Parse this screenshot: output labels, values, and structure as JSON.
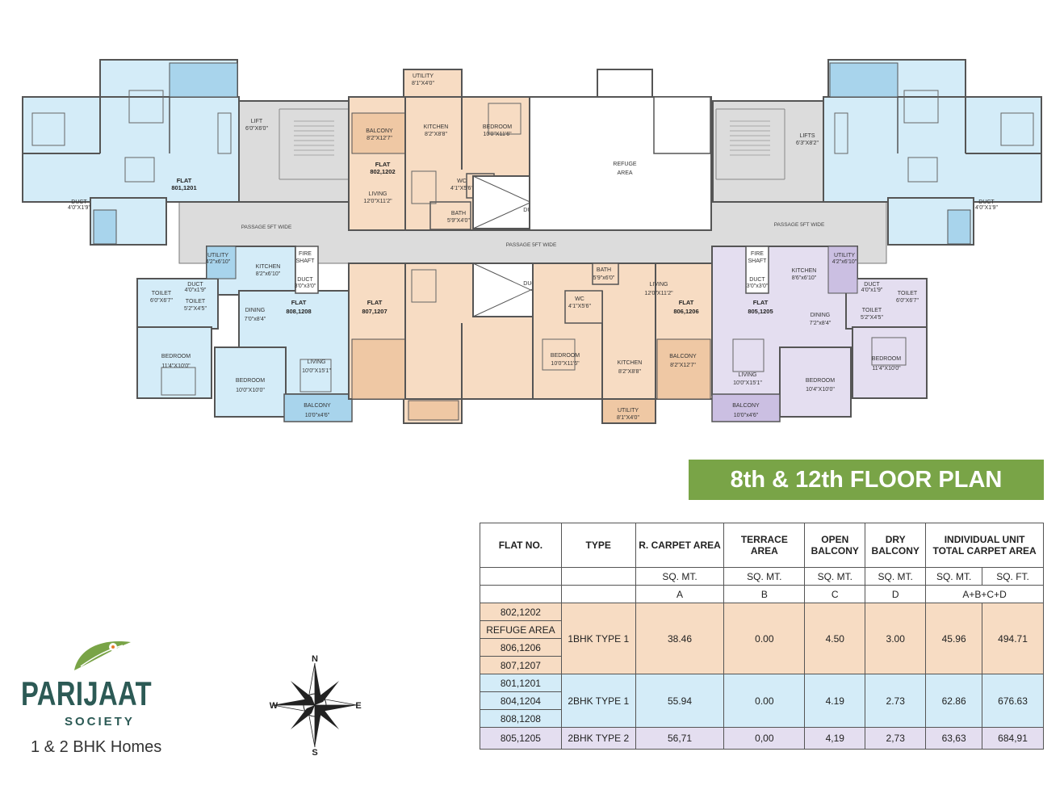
{
  "title": "8th & 12th FLOOR PLAN",
  "brand": {
    "name": "PARIJAAT",
    "sub": "SOCIETY",
    "tagline": "1 & 2 BHK Homes"
  },
  "compass": {
    "n": "N",
    "s": "S",
    "e": "E",
    "w": "W"
  },
  "plan": {
    "passage_left": "PASSAGE 5FT WIDE",
    "passage_center": "PASSAGE 5FT WIDE",
    "passage_right": "PASSAGE 5FT WIDE",
    "refuge": [
      "REFUGE",
      "AREA"
    ],
    "lift_left": [
      "LIFT",
      "6'0\"X6'0\""
    ],
    "lift_right": [
      "LIFTS",
      "6'3\"X8'2\""
    ],
    "duct": "DUCT",
    "flats": {
      "f801": [
        "FLAT",
        "801,1201"
      ],
      "f802": [
        "FLAT",
        "802,1202"
      ],
      "f808": [
        "FLAT",
        "808,1208"
      ],
      "f807": [
        "FLAT",
        "807,1207"
      ],
      "f806": [
        "FLAT",
        "806,1206"
      ],
      "f805": [
        "FLAT",
        "805,1205"
      ]
    },
    "rooms": {
      "utility_top": [
        "UTILITY",
        "8'1\"X4'0\""
      ],
      "balcony_802": [
        "BALCONY",
        "8'2\"X12'7\""
      ],
      "kitchen_802": [
        "KITCHEN",
        "8'2\"X8'8\""
      ],
      "bedroom_802": [
        "BEDROOM",
        "10'0\"X11'6\""
      ],
      "living_802": [
        "LIVING",
        "12'0\"X11'2\""
      ],
      "wc_802": [
        "WC",
        "4'1\"X5'6\""
      ],
      "bath_802": [
        "BATH",
        "5'9\"X4'0\""
      ],
      "duct_801": [
        "DUCT",
        "4'0\"X1'9\""
      ],
      "kitchen_808": [
        "KITCHEN",
        "8'2\"x6'10\""
      ],
      "utility_808": [
        "UTILITY",
        "4'2\"x6'10\""
      ],
      "fire_left": [
        "FIRE",
        "SHAFT"
      ],
      "duct_808": [
        "DUCT",
        "3'0\"x3'0\""
      ],
      "toilet_808a": [
        "TOILET",
        "6'0\"X6'7\""
      ],
      "toilet_808b": [
        "TOILET",
        "5'2\"X4'5\""
      ],
      "duct_808b": [
        "DUCT",
        "4'0\"x1'9\""
      ],
      "dining_808": [
        "DINING",
        "7'0\"x8'4\""
      ],
      "bedroom_808a": [
        "BEDROOM",
        "11'4\"X10'0\""
      ],
      "bedroom_808b": [
        "BEDROOM",
        "10'0\"X10'0\""
      ],
      "living_808": [
        "LIVING",
        "10'0\"X15'1\""
      ],
      "balcony_808": [
        "BALCONY",
        "10'0\"x4'6\""
      ],
      "bath_806": [
        "BATH",
        "5'9\"x6'0\""
      ],
      "living_806": [
        "LIVING",
        "12'0\"X11'2\""
      ],
      "wc_806": [
        "WC",
        "4'1\"X5'6\""
      ],
      "bedroom_806": [
        "BEDROOM",
        "10'0\"X11'6\""
      ],
      "kitchen_806": [
        "KITCHEN",
        "8'2\"X8'8\""
      ],
      "balcony_806": [
        "BALCONY",
        "8'2\"X12'7\""
      ],
      "utility_806": [
        "UTILITY",
        "8'1\"X4'0\""
      ],
      "fire_right": [
        "FIRE",
        "SHAFT"
      ],
      "duct_805": [
        "DUCT",
        "3'0\"x3'0\""
      ],
      "kitchen_805": [
        "KITCHEN",
        "8'6\"x6'10\""
      ],
      "utility_805": [
        "UTILITY",
        "4'2\"x6'10\""
      ],
      "toilet_805a": [
        "TOILET",
        "6'0\"X6'7\""
      ],
      "toilet_805b": [
        "TOILET",
        "5'2\"X4'5\""
      ],
      "duct_805b": [
        "DUCT",
        "4'0\"x1'9\""
      ],
      "dining_805": [
        "DINING",
        "7'2\"x8'4\""
      ],
      "living_805": [
        "LIVING",
        "10'0\"X15'1\""
      ],
      "bedroom_805a": [
        "BEDROOM",
        "10'4\"X10'0\""
      ],
      "bedroom_805b": [
        "BEDROOM",
        "11'4\"X10'0\""
      ],
      "balcony_805": [
        "BALCONY",
        "10'0\"x4'6\""
      ],
      "duct_804": [
        "DUCT",
        "4'0\"X1'9\""
      ]
    }
  },
  "table": {
    "headers": {
      "flat_no": "FLAT NO.",
      "type": "TYPE",
      "carpet": "R. CARPET AREA",
      "terrace": "TERRACE AREA",
      "open_balcony": [
        "OPEN",
        "BALCONY"
      ],
      "dry_balcony": [
        "DRY",
        "BALCONY"
      ],
      "total": [
        "INDIVIDUAL UNIT",
        "TOTAL CARPET AREA"
      ]
    },
    "units": [
      "SQ. MT.",
      "SQ. MT.",
      "SQ. MT.",
      "SQ. MT.",
      "SQ. MT.",
      "SQ. FT."
    ],
    "letters": [
      "A",
      "B",
      "C",
      "D",
      "A+B+C+D"
    ],
    "groups": [
      {
        "flats": [
          "802,1202",
          "REFUGE AREA",
          "806,1206",
          "807,1207"
        ],
        "type": "1BHK TYPE 1",
        "carpet": "38.46",
        "terrace": "0.00",
        "open": "4.50",
        "dry": "3.00",
        "sqmt": "45.96",
        "sqft": "494.71"
      },
      {
        "flats": [
          "801,1201",
          "804,1204",
          "808,1208"
        ],
        "type": "2BHK TYPE 1",
        "carpet": "55.94",
        "terrace": "0.00",
        "open": "4.19",
        "dry": "2.73",
        "sqmt": "62.86",
        "sqft": "676.63"
      },
      {
        "flats": [
          "805,1205"
        ],
        "type": "2BHK TYPE 2",
        "carpet": "56,71",
        "terrace": "0,00",
        "open": "4,19",
        "dry": "2,73",
        "sqmt": "63,63",
        "sqft": "684,91"
      }
    ]
  },
  "colors": {
    "orange": "#f7dcc3",
    "blue": "#d4ecf8",
    "purple": "#e4def0",
    "green": "#79a447",
    "brand": "#2c5a55"
  }
}
